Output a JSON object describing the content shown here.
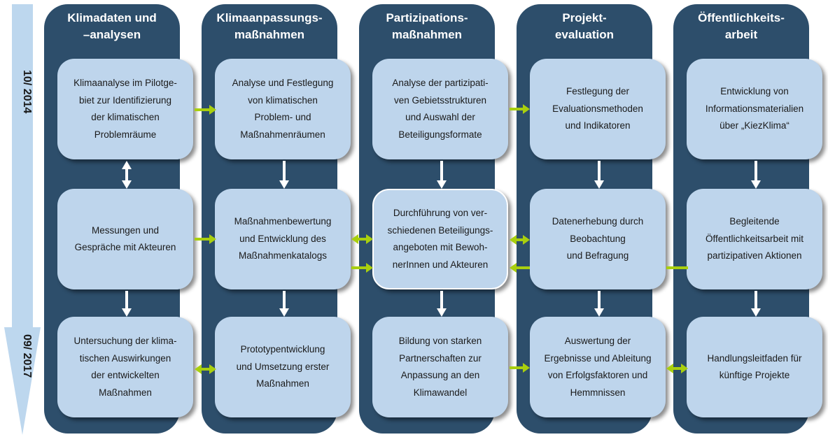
{
  "timeline": {
    "start": "10/ 2014",
    "end": "09/ 2017"
  },
  "colors": {
    "column": "#2d4e6b",
    "box": "#bed5ec",
    "arrow_green": "#a9cf0e",
    "arrow_white": "#ffffff",
    "timeline": "#bdd7ee"
  },
  "columns": [
    {
      "title": "Klimadaten und\n–analysen",
      "boxes": [
        "Klimaanalyse im Pilotge-\nbiet zur Identifizierung\nder klimatischen\nProblemräume",
        "Messungen und\nGespräche mit Akteuren",
        "Untersuchung der klima-\ntischen Auswirkungen\nder entwickelten\nMaßnahmen"
      ]
    },
    {
      "title": "Klimaanpassungs-\nmaßnahmen",
      "boxes": [
        "Analyse und Festlegung\nvon klimatischen\nProblem- und\nMaßnahmenräumen",
        "Maßnahmenbewertung\nund Entwicklung des\nMaßnahmenkatalogs",
        "Prototypentwicklung\nund Umsetzung erster\nMaßnahmen"
      ]
    },
    {
      "title": "Partizipations-\nmaßnahmen",
      "boxes": [
        "Analyse der partizipati-\nven Gebietsstrukturen\nund Auswahl der\nBeteiligungsformate",
        "Durchführung von ver-\nschiedenen Beteiligungs-\nangeboten mit Bewoh-\nnerInnen und Akteuren",
        "Bildung von starken\nPartnerschaften zur\nAnpassung an den\nKlimawandel"
      ]
    },
    {
      "title": "Projekt-\nevaluation",
      "boxes": [
        "Festlegung der\nEvaluationsmethoden\nund Indikatoren",
        "Datenerhebung durch\nBeobachtung\nund Befragung",
        "Auswertung der\nErgebnisse und Ableitung\nvon Erfolgsfaktoren und\nHemmnissen"
      ]
    },
    {
      "title": "Öffentlichkeits-\narbeit",
      "boxes": [
        "Entwicklung von\nInformationsmaterialien\nüber „KiezKlima“",
        "Begleitende\nÖffentlichkeitsarbeit mit\npartizipativen Aktionen",
        "Handlungsleitfaden für\nkünftige Projekte"
      ]
    }
  ]
}
